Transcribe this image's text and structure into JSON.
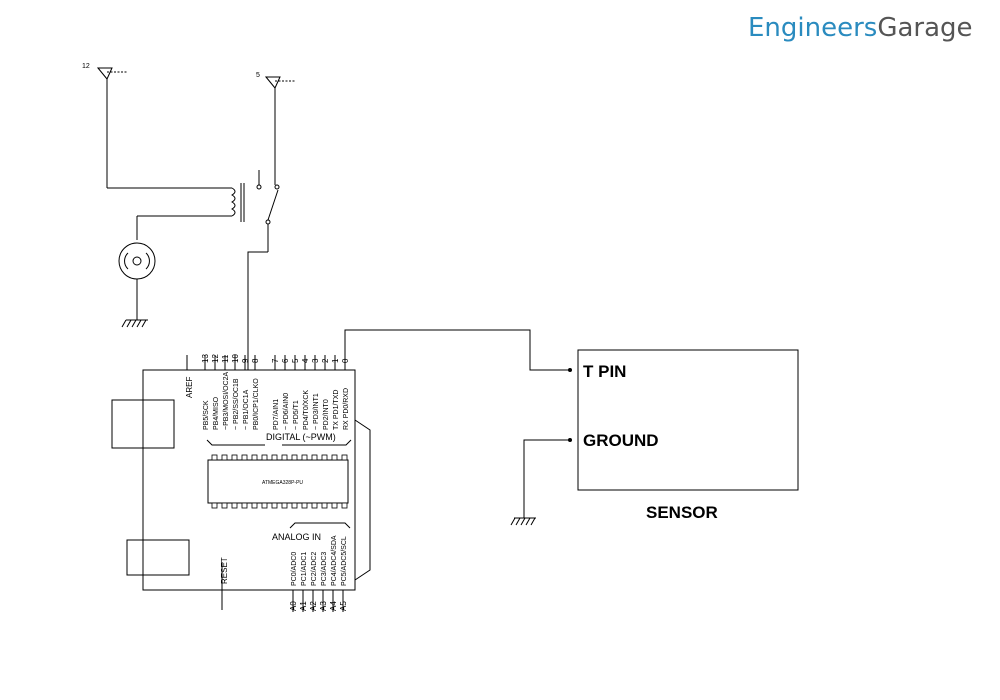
{
  "logo": {
    "part1": "Engineers",
    "part2": "Garage",
    "color1": "#2a8bbf",
    "color2": "#555555"
  },
  "power": {
    "left_label": "12",
    "right_label": "5"
  },
  "arduino": {
    "header_numbers": [
      "13",
      "12",
      "11",
      "10",
      "9",
      "8",
      "7",
      "6",
      "5",
      "4",
      "3",
      "2",
      "1",
      "0"
    ],
    "aref": "AREF",
    "pins_left": [
      "PB5/SCK",
      "PB4/MISO",
      "~PB3/MOSI/OC2A",
      "~ PB2/SS/OC1B",
      "~ PB1/OC1A",
      "PB0/ICP1/CLKO"
    ],
    "pins_right": [
      "PD7/AIN1",
      "~ PD6/AIN0",
      "~ PD5/T1",
      "PD4/T0/XCK",
      "~ PD3/INT1",
      "PD2/INT0",
      "TX PD1/TXD",
      "RX PD0/RXD"
    ],
    "digital_label": "DIGITAL (~PWM)",
    "chip_label": "ATMEGA328P-PU",
    "analog_label": "ANALOG IN",
    "analog_pins": [
      "PC0/ADC0",
      "PC1/ADC1",
      "PC2/ADC2",
      "PC3/ADC3",
      "PC4/ADC4/SDA",
      "PC5/ADC5/SCL"
    ],
    "analog_numbers": [
      "A0",
      "A1",
      "A2",
      "A3",
      "A4",
      "A5"
    ],
    "reset": "RESET"
  },
  "sensor": {
    "t_pin": "T PIN",
    "ground": "GROUND",
    "label": "SENSOR"
  }
}
